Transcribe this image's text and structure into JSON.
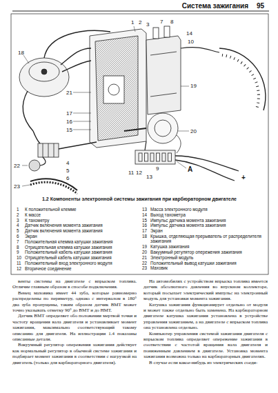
{
  "diagram": {
    "title": "Система зажигания",
    "caption": "1.2 Компоненты электронной системы зажигания при карбюраторном двигателе",
    "labels": [
      "95",
      "18",
      "1",
      "2",
      "3",
      "7",
      "8",
      "14",
      "10",
      "19",
      "21",
      "17",
      "16",
      "15",
      "20",
      "9",
      "4",
      "5",
      "6",
      "11",
      "12",
      "13",
      "22",
      "23",
      "A",
      "+",
      "1",
      "К положительной клемме",
      "2",
      "К массе",
      "3",
      "К тахометру",
      "4",
      "Датчик включения момента зажигания",
      "5",
      "Датчик включения момента зажигания",
      "6",
      "Экран",
      "7",
      "Положительная клемма катушки зажигания",
      "8",
      "Отрицательная клемма катушки зажигания",
      "9",
      "Положительный кабель катушки зажигания",
      "10",
      "Отрицательный кабель катушки зажигания",
      "11",
      "Положительный вход электронного модуля",
      "12",
      "Вторичное соединение",
      "13",
      "Масса электронного модуля",
      "14",
      "Выход тахометра",
      "15",
      "Импульс датчика момента зажигания",
      "16",
      "Импульс датчика момента зажигания",
      "17",
      "Экран",
      "18",
      "Крышка, отделяющая прерыватель от распределителя зажигания",
      "19",
      "Катушка зажигания",
      "20",
      "Вакуумный регулятор опережения зажигания",
      "21",
      "Электронный модуль",
      "22",
      "Положительный вывод катушки зажигания",
      "23",
      "Маховик",
      "венты системы на двигателе с впрыском топлива. Отличие главным образом в способе подключения.",
      "Венец маховика имеет 44 зуба, которые равномерно распределены по периметру, однако с интервалом в 180° два зуба пропущены, таким образом датчик ВМТ может точно указывать отметку 90° до ВМТ и до НМТ.",
      "Датчик ВМТ определяет обо положении мертвой точки и частоту вращения вала двигателя и устанавливает момент зажигания, максимально соответствующий такому описанию для двигателя. На иллюстрации 1.4 показаны описанные детали.",
      "Вакуумный регулятор опережения зажигания действует как нормальный регулятор в обычной системе зажигания и подбирает момент зажигания в соответствии с нагрузкой на двигатель (только для карбюраторного двигателя).",
      "На автомобилях с устройством впрыска топлива имеется датчик абсолютного давления во впускном коллекторе, который посылает электрический импульс на электронный модуль для установки момента зажигания.",
      "Катушка зажигания функционирует отдельно от модуля и может также отдельно быть заменена. На карбюраторном двигателе катушка зажигания установлена в устройстве управления зажиганием, а на двигателе с впрыском топлива она установлена отдельно.",
      "Компьютер управления системой зажигания двигателя с впрыском топлива определяет опережение зажигания в соответствии с частотой вращения вала двигателя и пониженным давлением в двигателе. Установка момента зажигания возможна только на карбюраторных двигателях.",
      "В случае если какое-нибудь из электрических соеди-"
    ]
  }
}
